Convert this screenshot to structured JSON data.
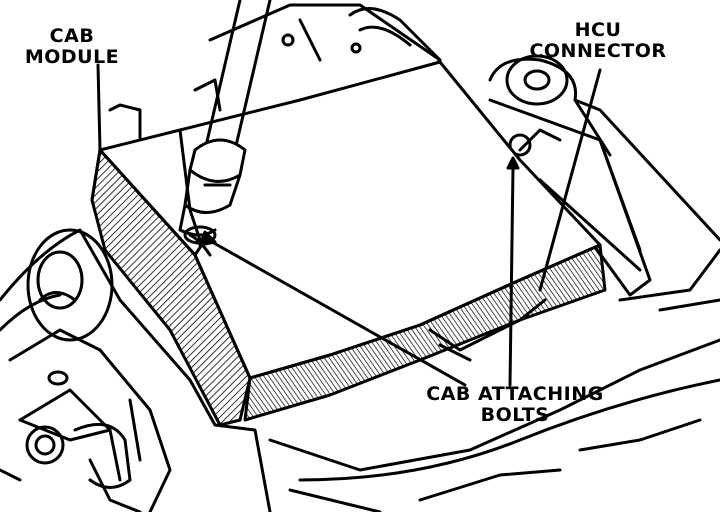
{
  "labels": {
    "cab_module": {
      "line1": "CAB",
      "line2": "MODULE"
    },
    "hcu_connector": {
      "line1": "HCU",
      "line2": "CONNECTOR"
    },
    "cab_bolts": {
      "line1": "CAB ATTACHING",
      "line2": "BOLTS"
    }
  },
  "colors": {
    "ink": "#000000",
    "paper": "#ffffff"
  }
}
